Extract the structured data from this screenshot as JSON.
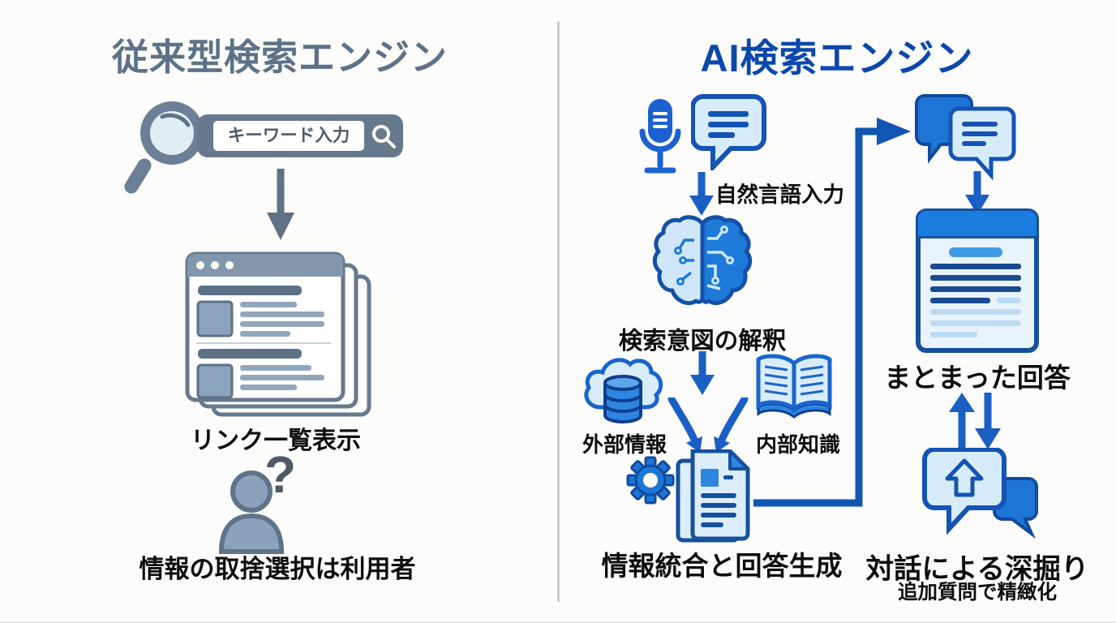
{
  "left": {
    "title": "従来型検索エンジン",
    "search_bar": {
      "placeholder": "キーワード入力"
    },
    "results_label": "リンク一覧表示",
    "question_mark": "?",
    "user_label": "情報の取捨選択は利用者"
  },
  "right": {
    "title": "AI検索エンジン",
    "input_label": "自然言語入力",
    "intent_label": "検索意図の解釈",
    "external_label": "外部情報",
    "internal_label": "内部知識",
    "synthesis_label": "情報統合と回答生成",
    "answer_label": "まとまった回答",
    "dialog_label": "対話による深掘り",
    "dialog_sublabel": "追加質問で精緻化"
  },
  "icons": [
    "magnifier-icon",
    "search-glyph-icon",
    "down-arrow-icon",
    "browser-window-icon",
    "user-icon",
    "microphone-icon",
    "chat-bubble-icon",
    "brain-icon",
    "cloud-database-icon",
    "book-icon",
    "curved-arrow-icon",
    "gear-icon",
    "documents-icon",
    "chat-pair-icon",
    "answer-panel-icon",
    "up-down-arrows-icon",
    "dialog-bubbles-icon",
    "connector-arrow-icon"
  ],
  "colors": {
    "background": "#fcfcfb",
    "slate_title": "#5d7288",
    "slate_main": "#64798e",
    "slate_fill": "#8ba3bd",
    "blue_title": "#0c47ae",
    "blue_main": "#1d76d6",
    "blue_outline": "#1553b4",
    "blue_light": "#d7ecfa",
    "blue_arrow": "#1a5fc4",
    "navy_line": "#1a4a8f",
    "text_black": "#0d0d0d",
    "divider_gray": "#c9cccf"
  }
}
